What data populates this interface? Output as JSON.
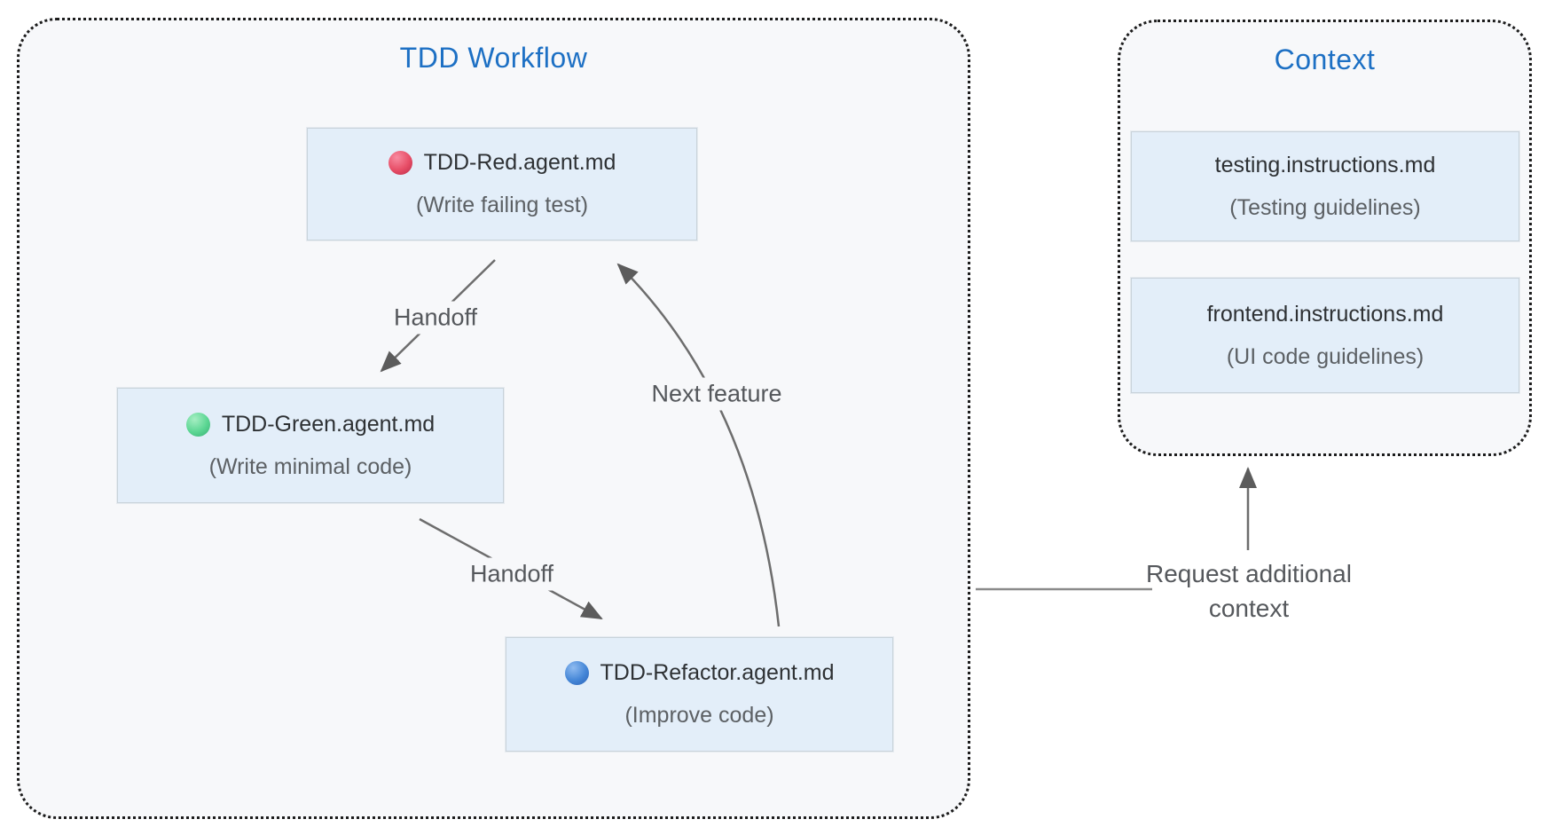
{
  "workflow": {
    "title": "TDD Workflow",
    "nodes": [
      {
        "icon": "red-circle",
        "title": "TDD-Red.agent.md",
        "subtitle": "(Write failing test)"
      },
      {
        "icon": "green-circle",
        "title": "TDD-Green.agent.md",
        "subtitle": "(Write minimal code)"
      },
      {
        "icon": "blue-circle",
        "title": "TDD-Refactor.agent.md",
        "subtitle": "(Improve code)"
      }
    ],
    "edges": [
      {
        "from": "TDD-Red.agent.md",
        "to": "TDD-Green.agent.md",
        "label": "Handoff"
      },
      {
        "from": "TDD-Green.agent.md",
        "to": "TDD-Refactor.agent.md",
        "label": "Handoff"
      },
      {
        "from": "TDD-Refactor.agent.md",
        "to": "TDD-Red.agent.md",
        "label": "Next feature"
      }
    ]
  },
  "context": {
    "title": "Context",
    "nodes": [
      {
        "title": "testing.instructions.md",
        "subtitle": "(Testing guidelines)"
      },
      {
        "title": "frontend.instructions.md",
        "subtitle": "(UI code guidelines)"
      }
    ]
  },
  "connector": {
    "label": "Request additional context"
  },
  "colors": {
    "title_accent": "#1d70c4",
    "group_fill": "#f7f8fa",
    "group_border": "#1c1c1c",
    "node_fill": "#e3eef9",
    "node_border": "#c9d3da",
    "edge_line": "#6d6d6d",
    "arrowhead": "#5c5c5c",
    "label_text": "#55585c",
    "red_dot": "#e74d66",
    "green_dot": "#5bd693",
    "blue_dot": "#4486d7"
  }
}
